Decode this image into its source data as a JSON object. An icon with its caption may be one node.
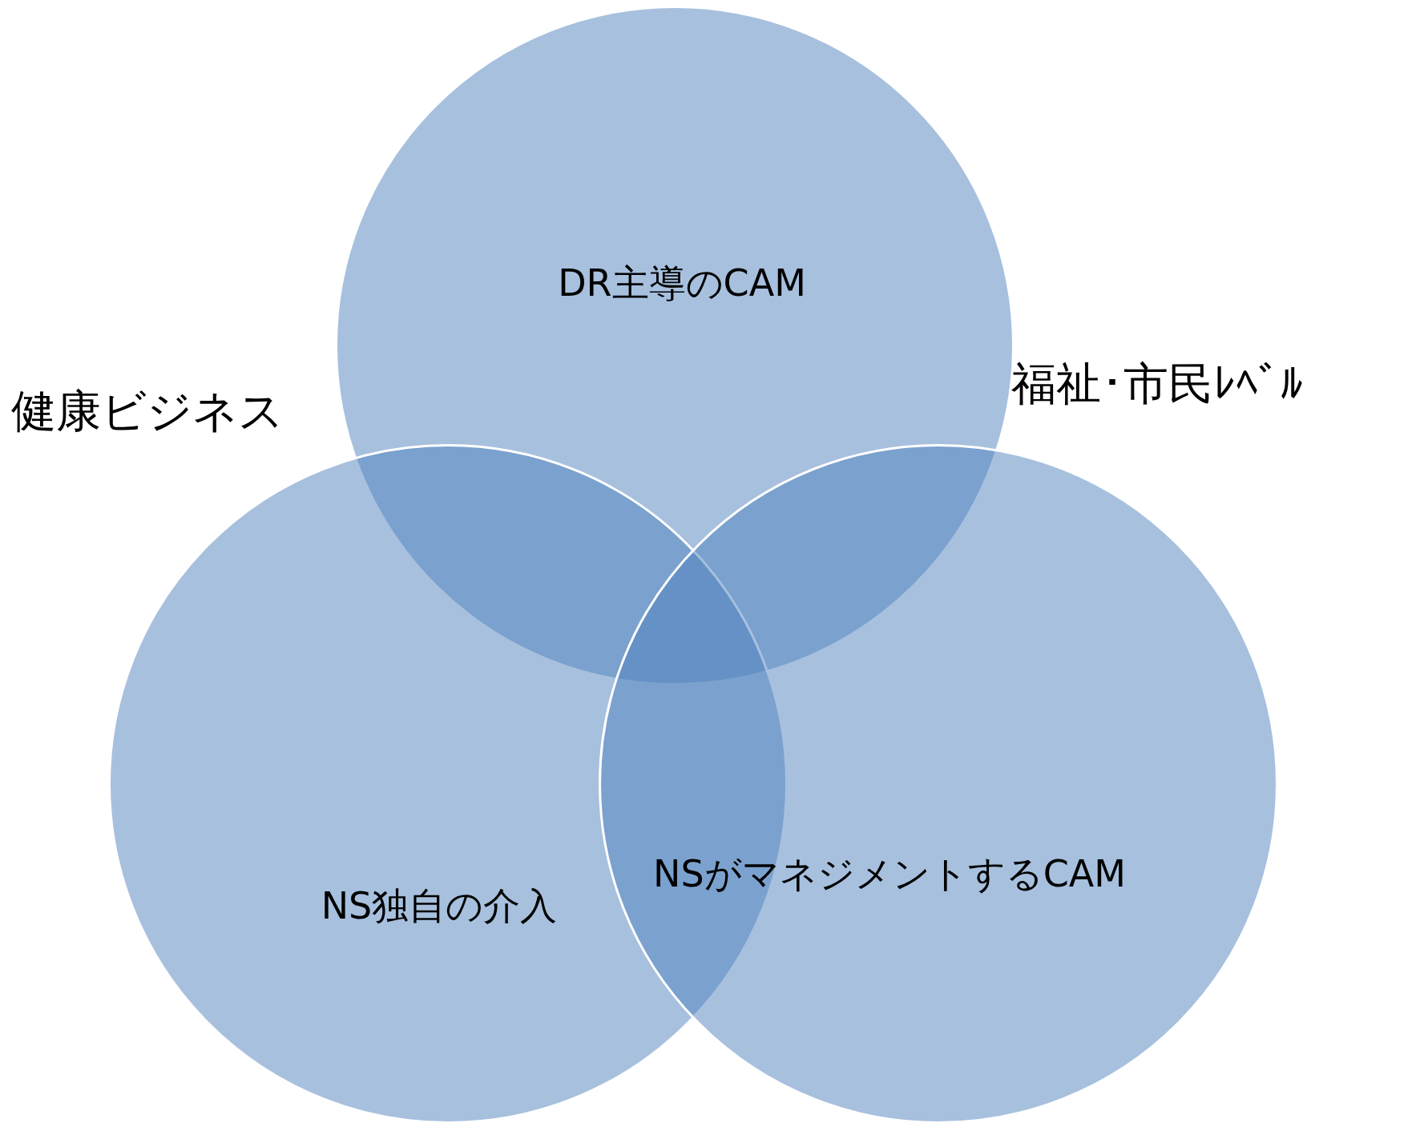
{
  "diagram": {
    "nodes": [
      {
        "text": [
          "DR主導のCAM"
        ]
      },
      {
        "text": [
          "NS独自の介入"
        ]
      },
      {
        "text": [
          "NSがマネジメントするCAM"
        ]
      }
    ],
    "labels": [
      "健康ビジネス",
      "福祉･市民ﾚﾍﾞﾙ"
    ]
  }
}
